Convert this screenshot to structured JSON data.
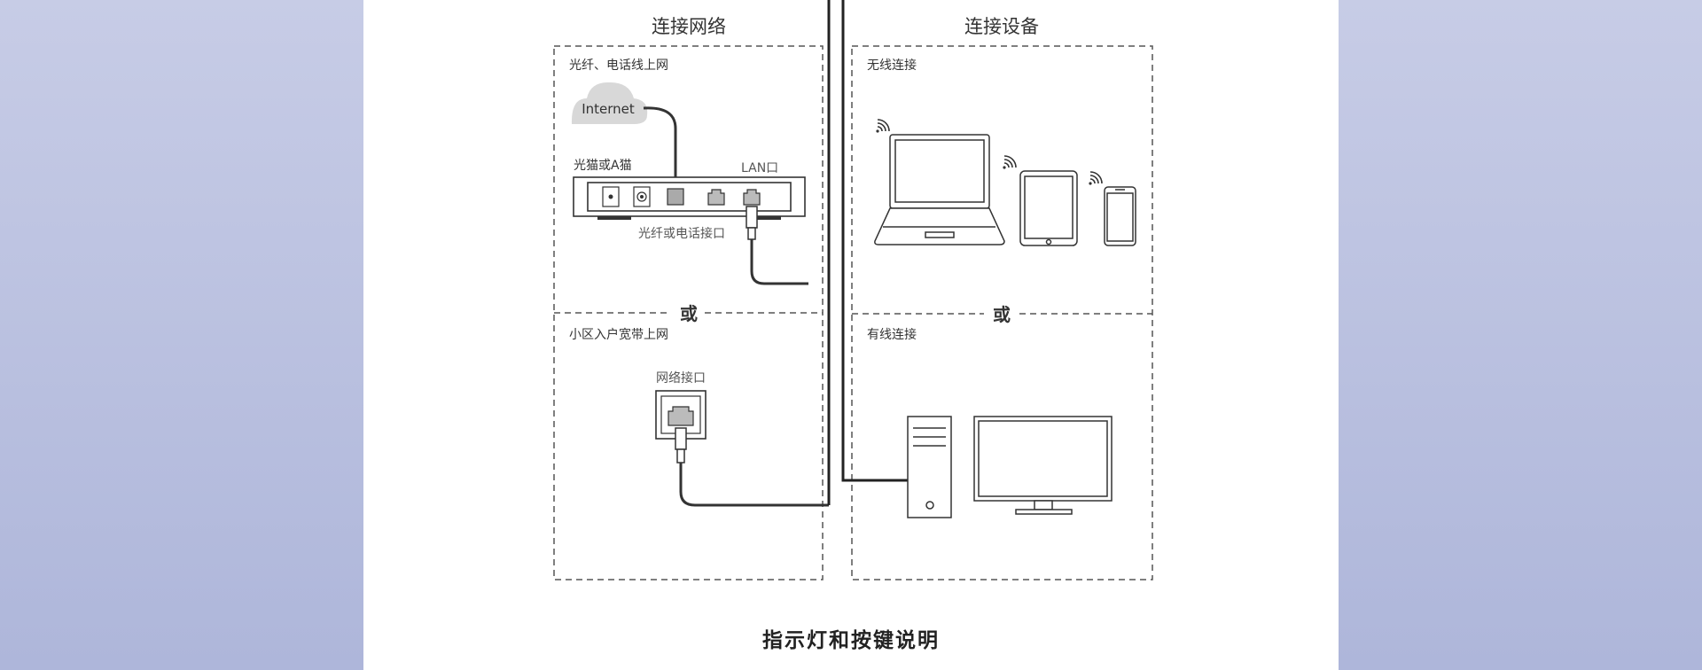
{
  "left_panel": {
    "title": "连接网络",
    "option_fiber": "光纤、电话线上网",
    "cloud_label": "Internet",
    "modem_label": "光猫或A猫",
    "lan_label": "LAN口",
    "fiber_port_label": "光纤或电话接口",
    "or_label": "或",
    "option_broadband": "小区入户宽带上网",
    "wall_port_label": "网络接口"
  },
  "right_panel": {
    "title": "连接设备",
    "wireless_label": "无线连接",
    "or_label": "或",
    "wired_label": "有线连接"
  },
  "footer": {
    "title": "指示灯和按键说明"
  }
}
